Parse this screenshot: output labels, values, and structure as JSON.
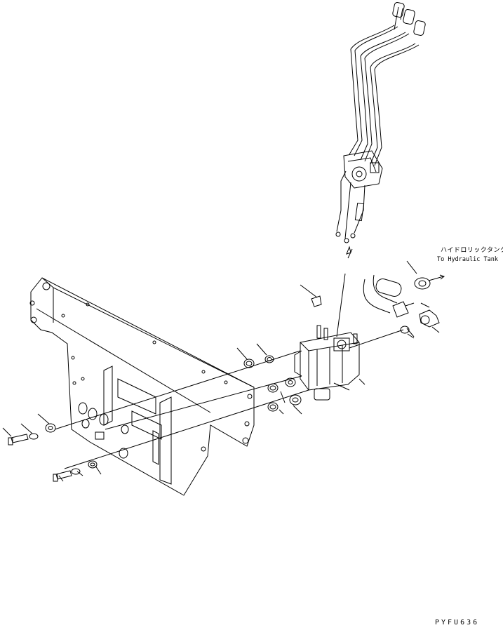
{
  "labels": {
    "destination_jp": "ハイドロリックタンクへ",
    "destination_en": "To Hydraulic Tank"
  },
  "drawing_code": "PYFU636",
  "colors": {
    "line": "#000000",
    "background": "#ffffff"
  }
}
